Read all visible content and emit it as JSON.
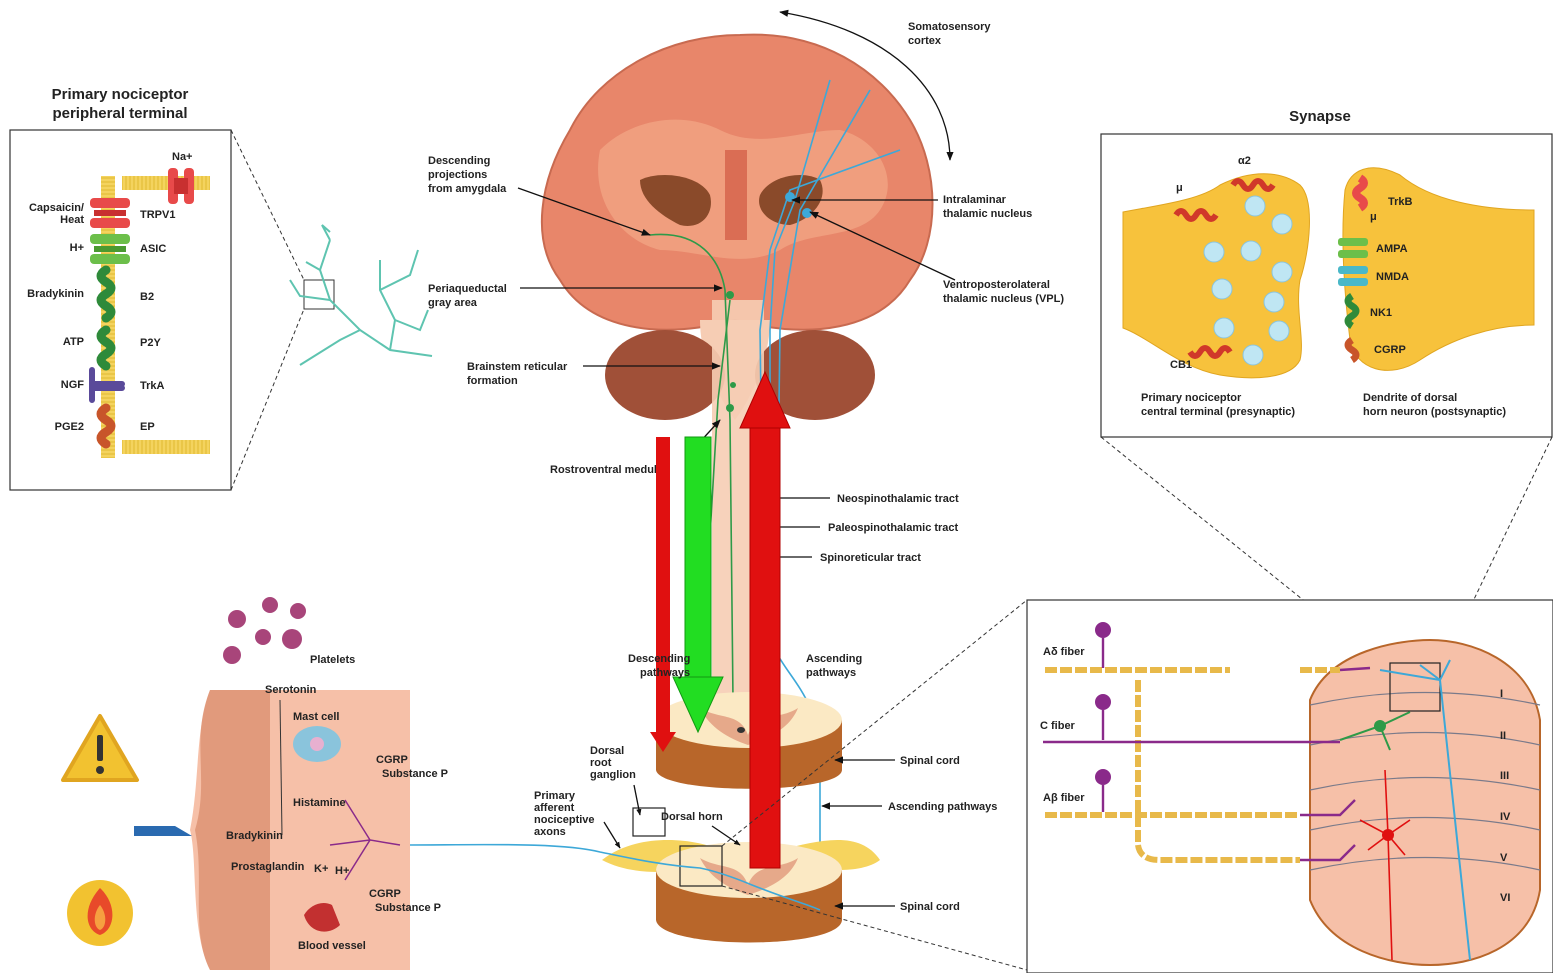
{
  "peripheral_terminal": {
    "title_line1": "Primary nociceptor",
    "title_line2": "peripheral terminal",
    "left_labels": [
      "Capsaicin/",
      "Heat",
      "H+",
      "Bradykinin",
      "ATP",
      "NGF",
      "PGE2"
    ],
    "receptors": [
      "Na+",
      "TRPV1",
      "ASIC",
      "B2",
      "P2Y",
      "TrkA",
      "EP"
    ]
  },
  "brain": {
    "somatosensory_line1": "Somatosensory",
    "somatosensory_line2": "cortex",
    "intralaminar_line1": "Intralaminar",
    "intralaminar_line2": "thalamic nucleus",
    "vpl_line1": "Ventroposterolateral",
    "vpl_line2": "thalamic nucleus (VPL)",
    "descending_line1": "Descending",
    "descending_line2": "projections",
    "descending_line3": "from amygdala",
    "pag_line1": "Periaqueductal",
    "pag_line2": "gray area",
    "reticular_line1": "Brainstem reticular",
    "reticular_line2": "formation",
    "rostroventral": "Rostroventral medulla"
  },
  "tracts": {
    "neo": "Neospinothalamic tract",
    "paleo": "Paleospinothalamic tract",
    "spinoreticular": "Spinoreticular tract"
  },
  "spinal": {
    "descending_line1": "Descending",
    "descending_line2": "pathways",
    "ascending_line1": "Ascending",
    "ascending_line2": "pathways",
    "spinal_cord_1": "Spinal cord",
    "spinal_cord_2": "Spinal cord",
    "ascending_right": "Ascending pathways",
    "drg_line1": "Dorsal",
    "drg_line2": "root",
    "drg_line3": "ganglion",
    "primary_line1": "Primary",
    "primary_line2": "afferent",
    "primary_line3": "nociceptive",
    "primary_line4": "axons",
    "dorsal_horn": "Dorsal horn"
  },
  "synapse": {
    "title": "Synapse",
    "pre_receptors": [
      "μ",
      "α2",
      "CB1"
    ],
    "post_receptors": [
      "TrkB",
      "μ",
      "AMPA",
      "NMDA",
      "NK1",
      "CGRP"
    ],
    "pre_caption_line1": "Primary nociceptor",
    "pre_caption_line2": "central terminal (presynaptic)",
    "post_caption_line1": "Dendrite of dorsal",
    "post_caption_line2": "horn neuron (postsynaptic)"
  },
  "fibers": {
    "a_delta": "Aδ fiber",
    "c_fiber": "C fiber",
    "a_beta": "Aβ fiber",
    "laminae": [
      "I",
      "II",
      "III",
      "IV",
      "V",
      "VI"
    ]
  },
  "tissue": {
    "platelets": "Platelets",
    "serotonin": "Serotonin",
    "mast_cell": "Mast cell",
    "cgrp_1": "CGRP",
    "substance_p_1": "Substance P",
    "histamine": "Histamine",
    "bradykinin": "Bradykinin",
    "prostaglandin": "Prostaglandin",
    "k_plus": "K+",
    "h_plus": "H+",
    "cgrp_2": "CGRP",
    "substance_p_2": "Substance P",
    "blood_vessel": "Blood vessel"
  },
  "colors": {
    "brain": "#e8866a",
    "pathway_blue": "#3da8d8",
    "pathway_green": "#2e9a48",
    "arrow_red": "#e01010",
    "arrow_green": "#22dd22",
    "synapse_yellow": "#f7c23c",
    "myelin": "#e8b94a",
    "skin": "#f6c0a8"
  }
}
